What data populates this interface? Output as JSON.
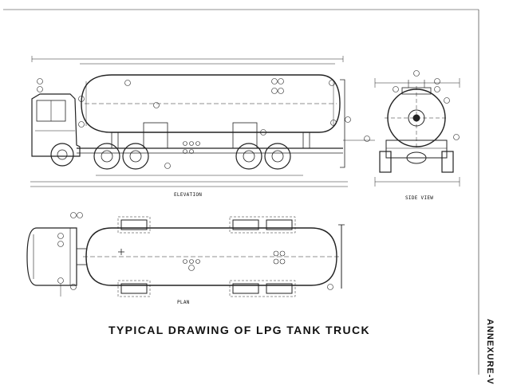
{
  "title": "TYPICAL DRAWING OF LPG TANK TRUCK",
  "annexure": "ANNEXURE-V",
  "views": {
    "elevation": "ELEVATION",
    "side_view": "SIDE VIEW",
    "plan": "PLAN"
  }
}
